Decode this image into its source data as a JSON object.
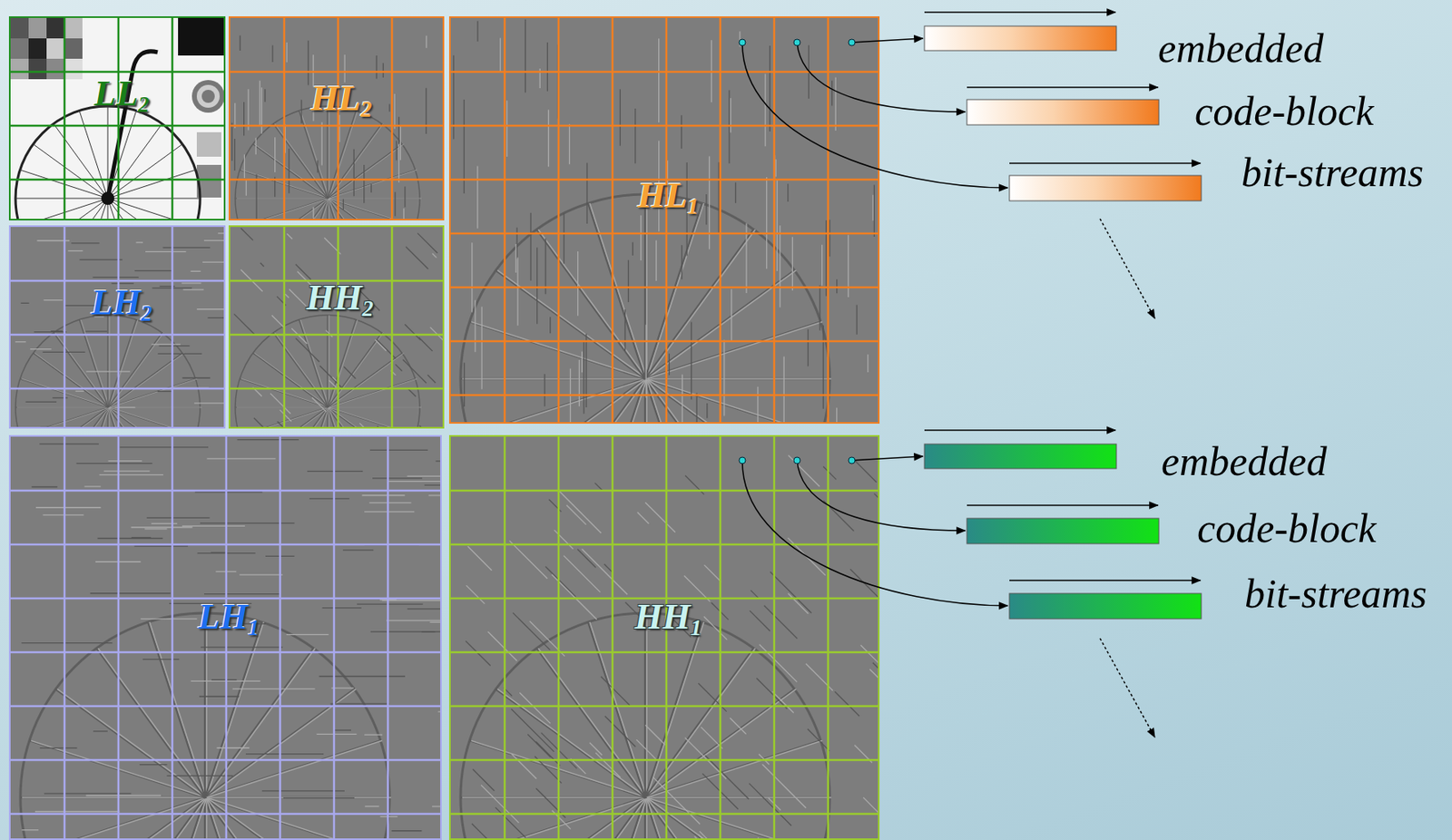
{
  "diagram": {
    "nodes": [
      {
        "text": [
          "LL2"
        ]
      },
      {
        "text": [
          "HL2"
        ]
      },
      {
        "text": [
          "HL1"
        ]
      },
      {
        "text": [
          "LH2"
        ]
      },
      {
        "text": [
          "HH2"
        ]
      },
      {
        "text": [
          "LH1"
        ]
      },
      {
        "text": [
          "HH1"
        ]
      }
    ],
    "labels": [
      "embedded",
      "code-block",
      "bit-streams",
      "embedded",
      "code-block",
      "bit-streams"
    ]
  }
}
